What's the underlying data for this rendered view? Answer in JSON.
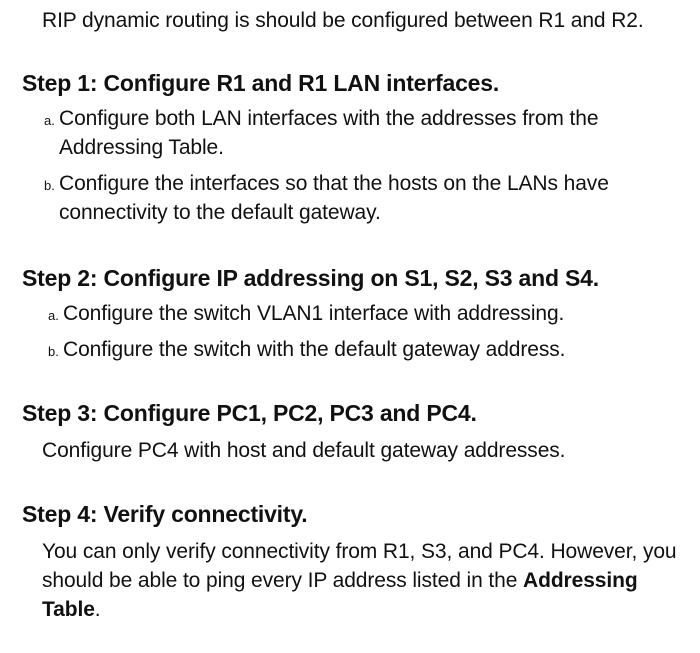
{
  "document": {
    "intro_paragraph": "RIP dynamic routing is should be configured between R1 and R2.",
    "steps": [
      {
        "heading": "Step 1: Configure R1 and R1 LAN interfaces.",
        "items": [
          {
            "marker": "a.",
            "text": "Configure both LAN interfaces with the addresses from the Addressing Table."
          },
          {
            "marker": "b.",
            "text": "Configure the interfaces so that the hosts on the LANs have connectivity to the default gateway."
          }
        ]
      },
      {
        "heading": "Step 2: Configure IP addressing on S1, S2, S3 and S4.",
        "items": [
          {
            "marker": "a.",
            "text": "Configure the switch VLAN1 interface with addressing."
          },
          {
            "marker": "b.",
            "text": "Configure  the switch with the default gateway address."
          }
        ]
      },
      {
        "heading": "Step 3: Configure PC1, PC2, PC3 and PC4.",
        "body": "Configure PC4 with host and default gateway addresses."
      },
      {
        "heading": "Step 4: Verify connectivity.",
        "body_prefix": "You can only verify connectivity from R1, S3, and PC4. However, you should be able to ping every IP address listed in the ",
        "body_emphasis": "Addressing Table",
        "body_suffix": "."
      }
    ]
  }
}
